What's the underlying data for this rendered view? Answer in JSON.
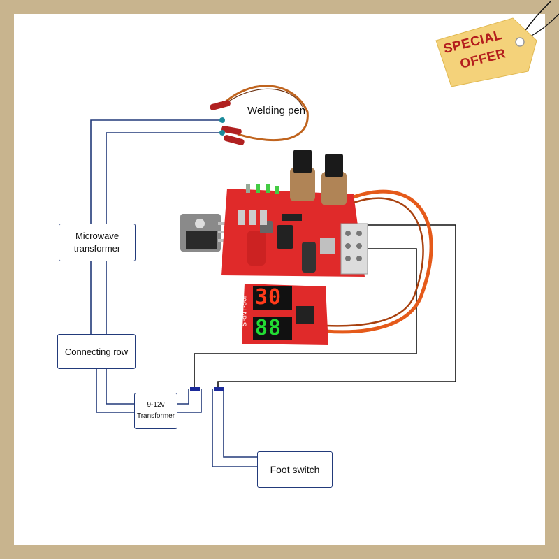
{
  "labels": {
    "welding_pen": "Welding pen",
    "microwave_transformer_line1": "Microwave",
    "microwave_transformer_line2": "transformer",
    "connecting_row": "Connecting row",
    "transformer_line1": "9-12v",
    "transformer_line2": "Transformer",
    "foot_switch": "Foot switch",
    "board_code": "SRNT-50I"
  },
  "display": {
    "top_digits": "30",
    "bottom_digits": "88"
  },
  "badge": {
    "line1": "SPECIAL",
    "line2": "OFFER"
  },
  "colors": {
    "frame": "#c8b48e",
    "wire": "#223a7a",
    "board": "#e02a2a",
    "tag": "#f4d27a",
    "offer_text": "#b41d1d",
    "red_digits": "#ff3a1a",
    "green_digits": "#22dd33"
  }
}
